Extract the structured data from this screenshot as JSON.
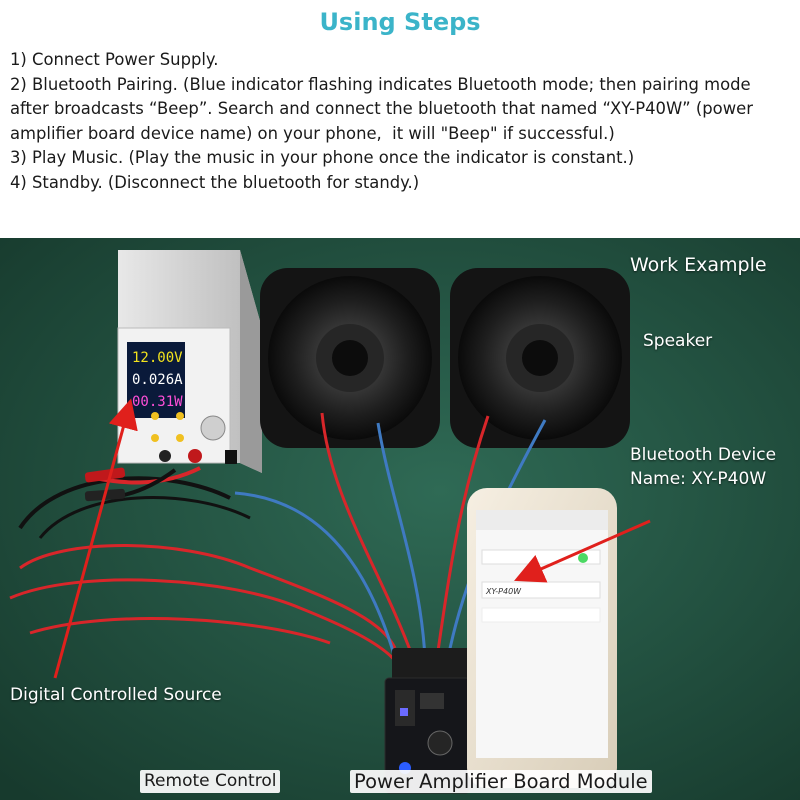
{
  "title": "Using Steps",
  "steps": [
    "1) Connect Power Supply.",
    "2) Bluetooth Pairing. (Blue indicator flashing indicates Bluetooth mode; then pairing mode after broadcasts “Beep”. Search and connect the bluetooth that named “XY-P40W” (power amplifier board device name) on your phone,  it will \"Beep\" if successful.)",
    "3) Play Music. (Play the music in your phone once the indicator is constant.)",
    "4) Standby. (Disconnect the bluetooth for standy.)"
  ],
  "photo": {
    "work_example": "Work Example",
    "speaker": "Speaker",
    "bt_line1": "Bluetooth Device",
    "bt_line2": "Name: XY-P40W",
    "source": "Digital Controlled Source",
    "remote": "Remote Control",
    "board": "Power Amplifier Board Module",
    "psu_display": [
      "12.00V",
      "0.026A",
      "00.31W"
    ],
    "phone_device": "XY-P40W"
  },
  "colors": {
    "title": "#3bb4c9",
    "background_photo": "#1f4a3a",
    "arrow": "#e0201c",
    "wire_red": "#d8262a",
    "wire_blue": "#3f7ac2"
  }
}
